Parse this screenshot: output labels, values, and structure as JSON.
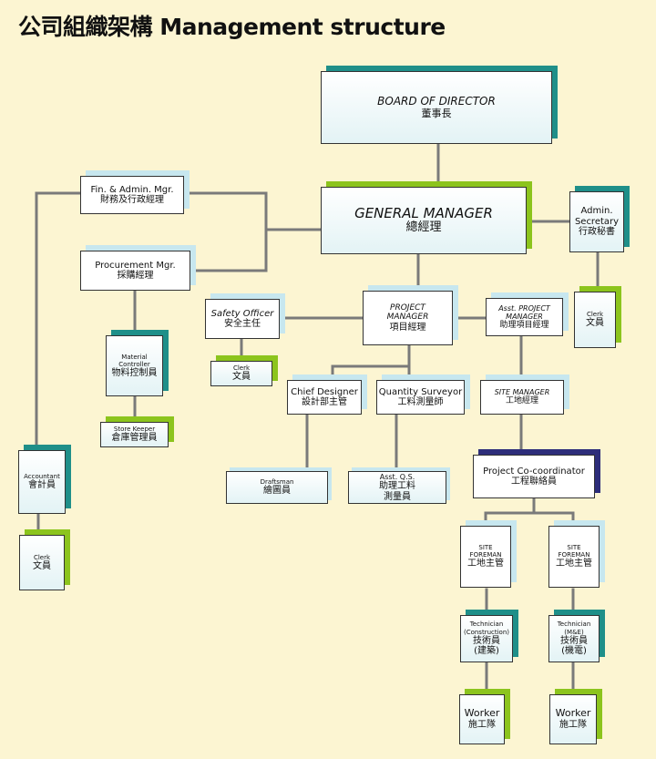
{
  "title": "公司組織架構 Management structure",
  "nodes": {
    "board": {
      "en": "BOARD OF DIRECTOR",
      "zh": "董事長"
    },
    "gm": {
      "en": "GENERAL MANAGER",
      "zh": "總經理"
    },
    "fin": {
      "en": "Fin. & Admin. Mgr.",
      "zh": "財務及行政經理"
    },
    "proc": {
      "en": "Procurement Mgr.",
      "zh": "採購經理"
    },
    "admin": {
      "en1": "Admin.",
      "en2": "Secretary",
      "zh": "行政秘書"
    },
    "clerk_admin": {
      "en": "Clerk",
      "zh": "文員"
    },
    "safety": {
      "en": "Safety Officer",
      "zh": "安全主任"
    },
    "clerk_safety": {
      "en": "Clerk",
      "zh": "文員"
    },
    "pm": {
      "en1": "PROJECT",
      "en2": "MANAGER",
      "zh": "項目經理"
    },
    "apm": {
      "en1": "Asst. PROJECT",
      "en2": "MANAGER",
      "zh": "助理項目經理"
    },
    "material": {
      "en1": "Material",
      "en2": "Controller",
      "zh": "物料控制員"
    },
    "store": {
      "en": "Store Keeper",
      "zh": "倉庫管理員"
    },
    "chief": {
      "en": "Chief Designer",
      "zh": "設計部主管"
    },
    "qs": {
      "en": "Quantity Surveyor",
      "zh": "工料測量師"
    },
    "site_mgr": {
      "en": "SITE MANAGER",
      "zh": "工地經理"
    },
    "draftsman": {
      "en": "Draftsman",
      "zh": "繪圖員"
    },
    "aqs": {
      "en": "Asst. Q.S.",
      "zh1": "助理工料",
      "zh2": "測量員"
    },
    "coord": {
      "en": "Project Co-coordinator",
      "zh": "工程聯絡員"
    },
    "accountant": {
      "en": "Accountant",
      "zh": "會計員"
    },
    "clerk_acc": {
      "en": "Clerk",
      "zh": "文員"
    },
    "foreman1": {
      "en1": "SITE",
      "en2": "FOREMAN",
      "zh": "工地主管"
    },
    "foreman2": {
      "en1": "SITE",
      "en2": "FOREMAN",
      "zh": "工地主管"
    },
    "tech1": {
      "en1": "Technician",
      "en2": "(Construction)",
      "zh1": "技術員",
      "zh2": "(建築)"
    },
    "tech2": {
      "en1": "Technician",
      "en2": "(M&E)",
      "zh1": "技術員",
      "zh2": "(機電)"
    },
    "worker1": {
      "en": "Worker",
      "zh": "施工隊"
    },
    "worker2": {
      "en": "Worker",
      "zh": "施工隊"
    }
  }
}
